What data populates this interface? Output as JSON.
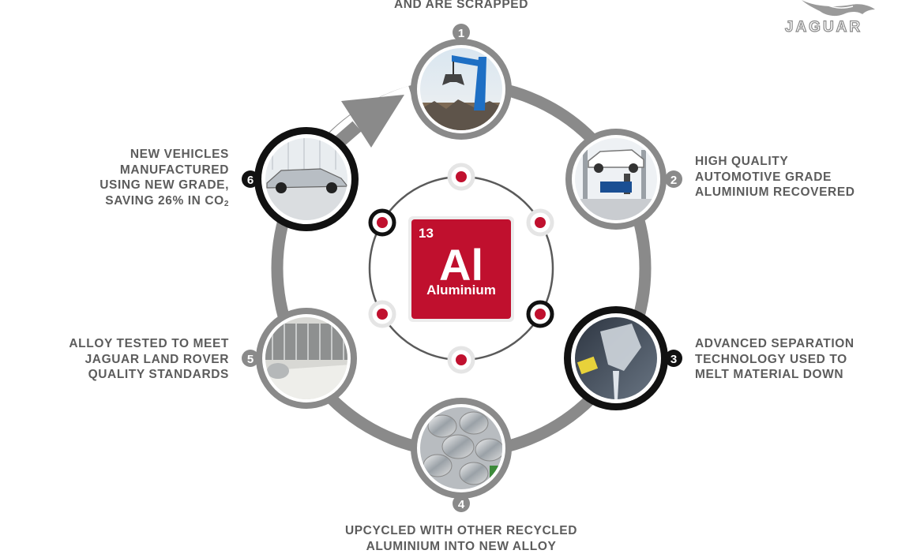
{
  "brand": {
    "name": "JAGUAR",
    "logo_icon": "leaping-jaguar-icon"
  },
  "element_tile": {
    "atomic_number": "13",
    "symbol": "Al",
    "name": "Aluminium",
    "color": "#c0102e"
  },
  "colors": {
    "ring": "#8a8a8a",
    "dark_ring": "#111111",
    "accent": "#c0102e",
    "text": "#5c5c5c"
  },
  "steps": [
    {
      "number": "1",
      "text_lines": [
        "AND ARE SCRAPPED"
      ],
      "image": "scrapyard-crane-photo",
      "highlight": false
    },
    {
      "number": "2",
      "text_lines": [
        "HIGH QUALITY",
        "AUTOMOTIVE GRADE",
        "ALUMINIUM RECOVERED"
      ],
      "image": "car-on-lift-photo",
      "highlight": false
    },
    {
      "number": "3",
      "text_lines": [
        "ADVANCED SEPARATION",
        "TECHNOLOGY USED TO",
        "MELT MATERIAL DOWN"
      ],
      "image": "molten-metal-photo",
      "highlight": true
    },
    {
      "number": "4",
      "text_lines": [
        "UPCYCLED WITH OTHER RECYCLED",
        "ALUMINIUM INTO NEW ALLOY"
      ],
      "image": "aluminium-cans-photo",
      "highlight": false
    },
    {
      "number": "5",
      "text_lines": [
        "ALLOY TESTED TO MEET",
        "JAGUAR LAND ROVER",
        "QUALITY STANDARDS"
      ],
      "image": "aluminium-coil-photo",
      "highlight": false
    },
    {
      "number": "6",
      "text_lines": [
        "NEW VEHICLES",
        "MANUFACTURED",
        "USING NEW GRADE,"
      ],
      "saving_prefix": "SAVING 26% IN CO",
      "saving_subscript": "2",
      "image": "new-car-photo",
      "highlight": true
    }
  ]
}
